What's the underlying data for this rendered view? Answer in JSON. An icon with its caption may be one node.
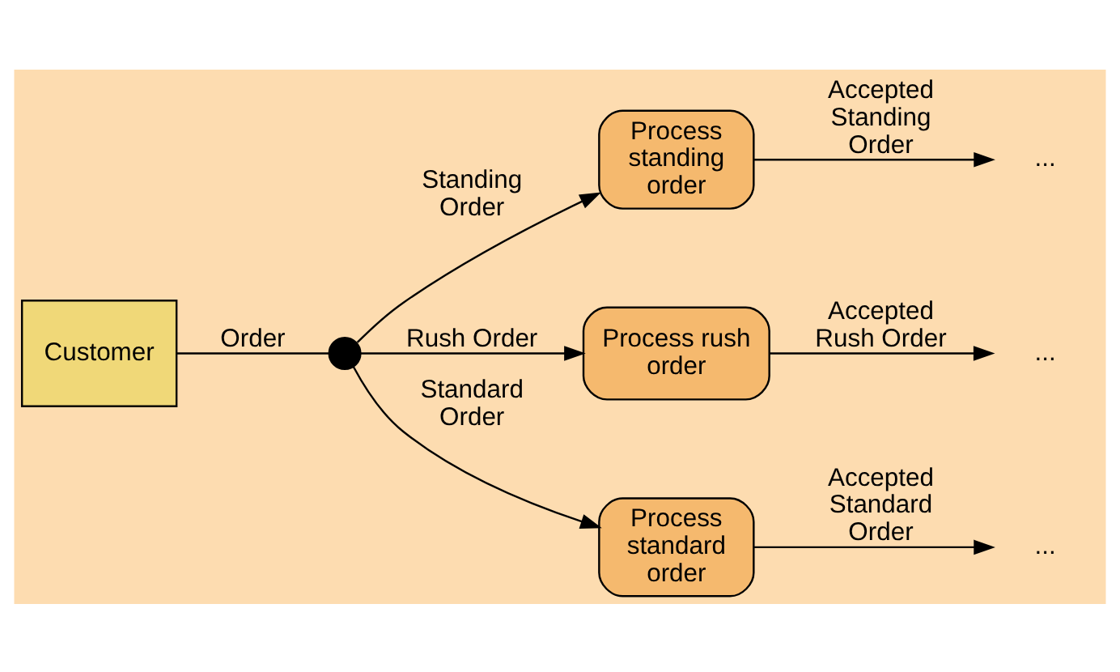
{
  "diagram": {
    "nodes": [
      {
        "text": [
          "Customer"
        ]
      },
      {
        "text": [],
        "shape": "circle"
      },
      {
        "text": [
          "Process standing order"
        ]
      },
      {
        "text": [
          "Process rush order"
        ]
      },
      {
        "text": [
          "Process standard order"
        ]
      },
      {
        "text": [
          "..."
        ]
      },
      {
        "text": [
          "..."
        ]
      },
      {
        "text": [
          "..."
        ]
      }
    ],
    "edges": [
      {
        "from": 0,
        "to": 1,
        "arrow": "none",
        "label": "Order"
      },
      {
        "from": 1,
        "to": 2,
        "arrow": "to",
        "label": "Standing Order"
      },
      {
        "from": 1,
        "to": 3,
        "arrow": "to",
        "label": "Rush Order"
      },
      {
        "from": 1,
        "to": 4,
        "arrow": "to",
        "label": "Standard Order"
      },
      {
        "from": 2,
        "to": 5,
        "arrow": "to",
        "label": "Accepted Standing Order"
      },
      {
        "from": 3,
        "to": 6,
        "arrow": "to",
        "label": "Accepted Rush Order"
      },
      {
        "from": 4,
        "to": 7,
        "arrow": "to",
        "label": "Accepted Standard Order"
      }
    ]
  }
}
